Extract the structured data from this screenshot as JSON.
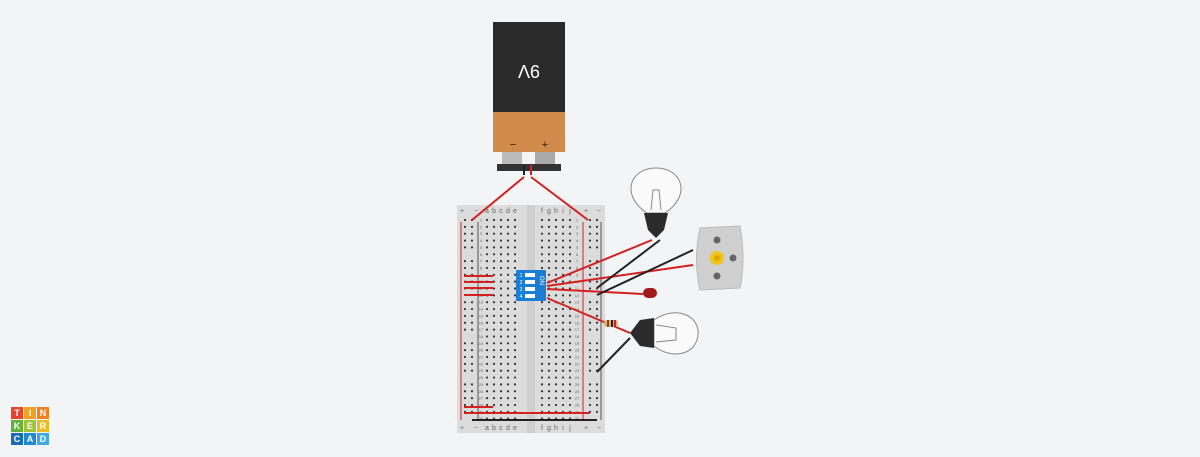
{
  "battery": {
    "label": "9V",
    "minus": "−",
    "plus": "+"
  },
  "breadboard": {
    "cols_left": [
      "a",
      "b",
      "c",
      "d",
      "e"
    ],
    "cols_right": [
      "f",
      "g",
      "h",
      "i",
      "j"
    ],
    "rows": 30,
    "rail_plus": "+",
    "rail_minus": "−"
  },
  "dip_switch": {
    "label": "ON",
    "positions": [
      "1",
      "2",
      "3",
      "4"
    ],
    "color": "#1a7fd4"
  },
  "logo": {
    "letters": [
      "T",
      "I",
      "N",
      "K",
      "E",
      "R",
      "C",
      "A",
      "D"
    ],
    "colors": [
      "#e8442d",
      "#f0a11f",
      "#f2801e",
      "#64b23c",
      "#9fc536",
      "#e8bf22",
      "#1c6bb5",
      "#1e8ad0",
      "#41a8e0"
    ]
  },
  "colors": {
    "wire_red": "#d42020",
    "wire_black": "#222222",
    "battery_orange": "#d08a4a",
    "battery_black": "#2b2b2b"
  }
}
